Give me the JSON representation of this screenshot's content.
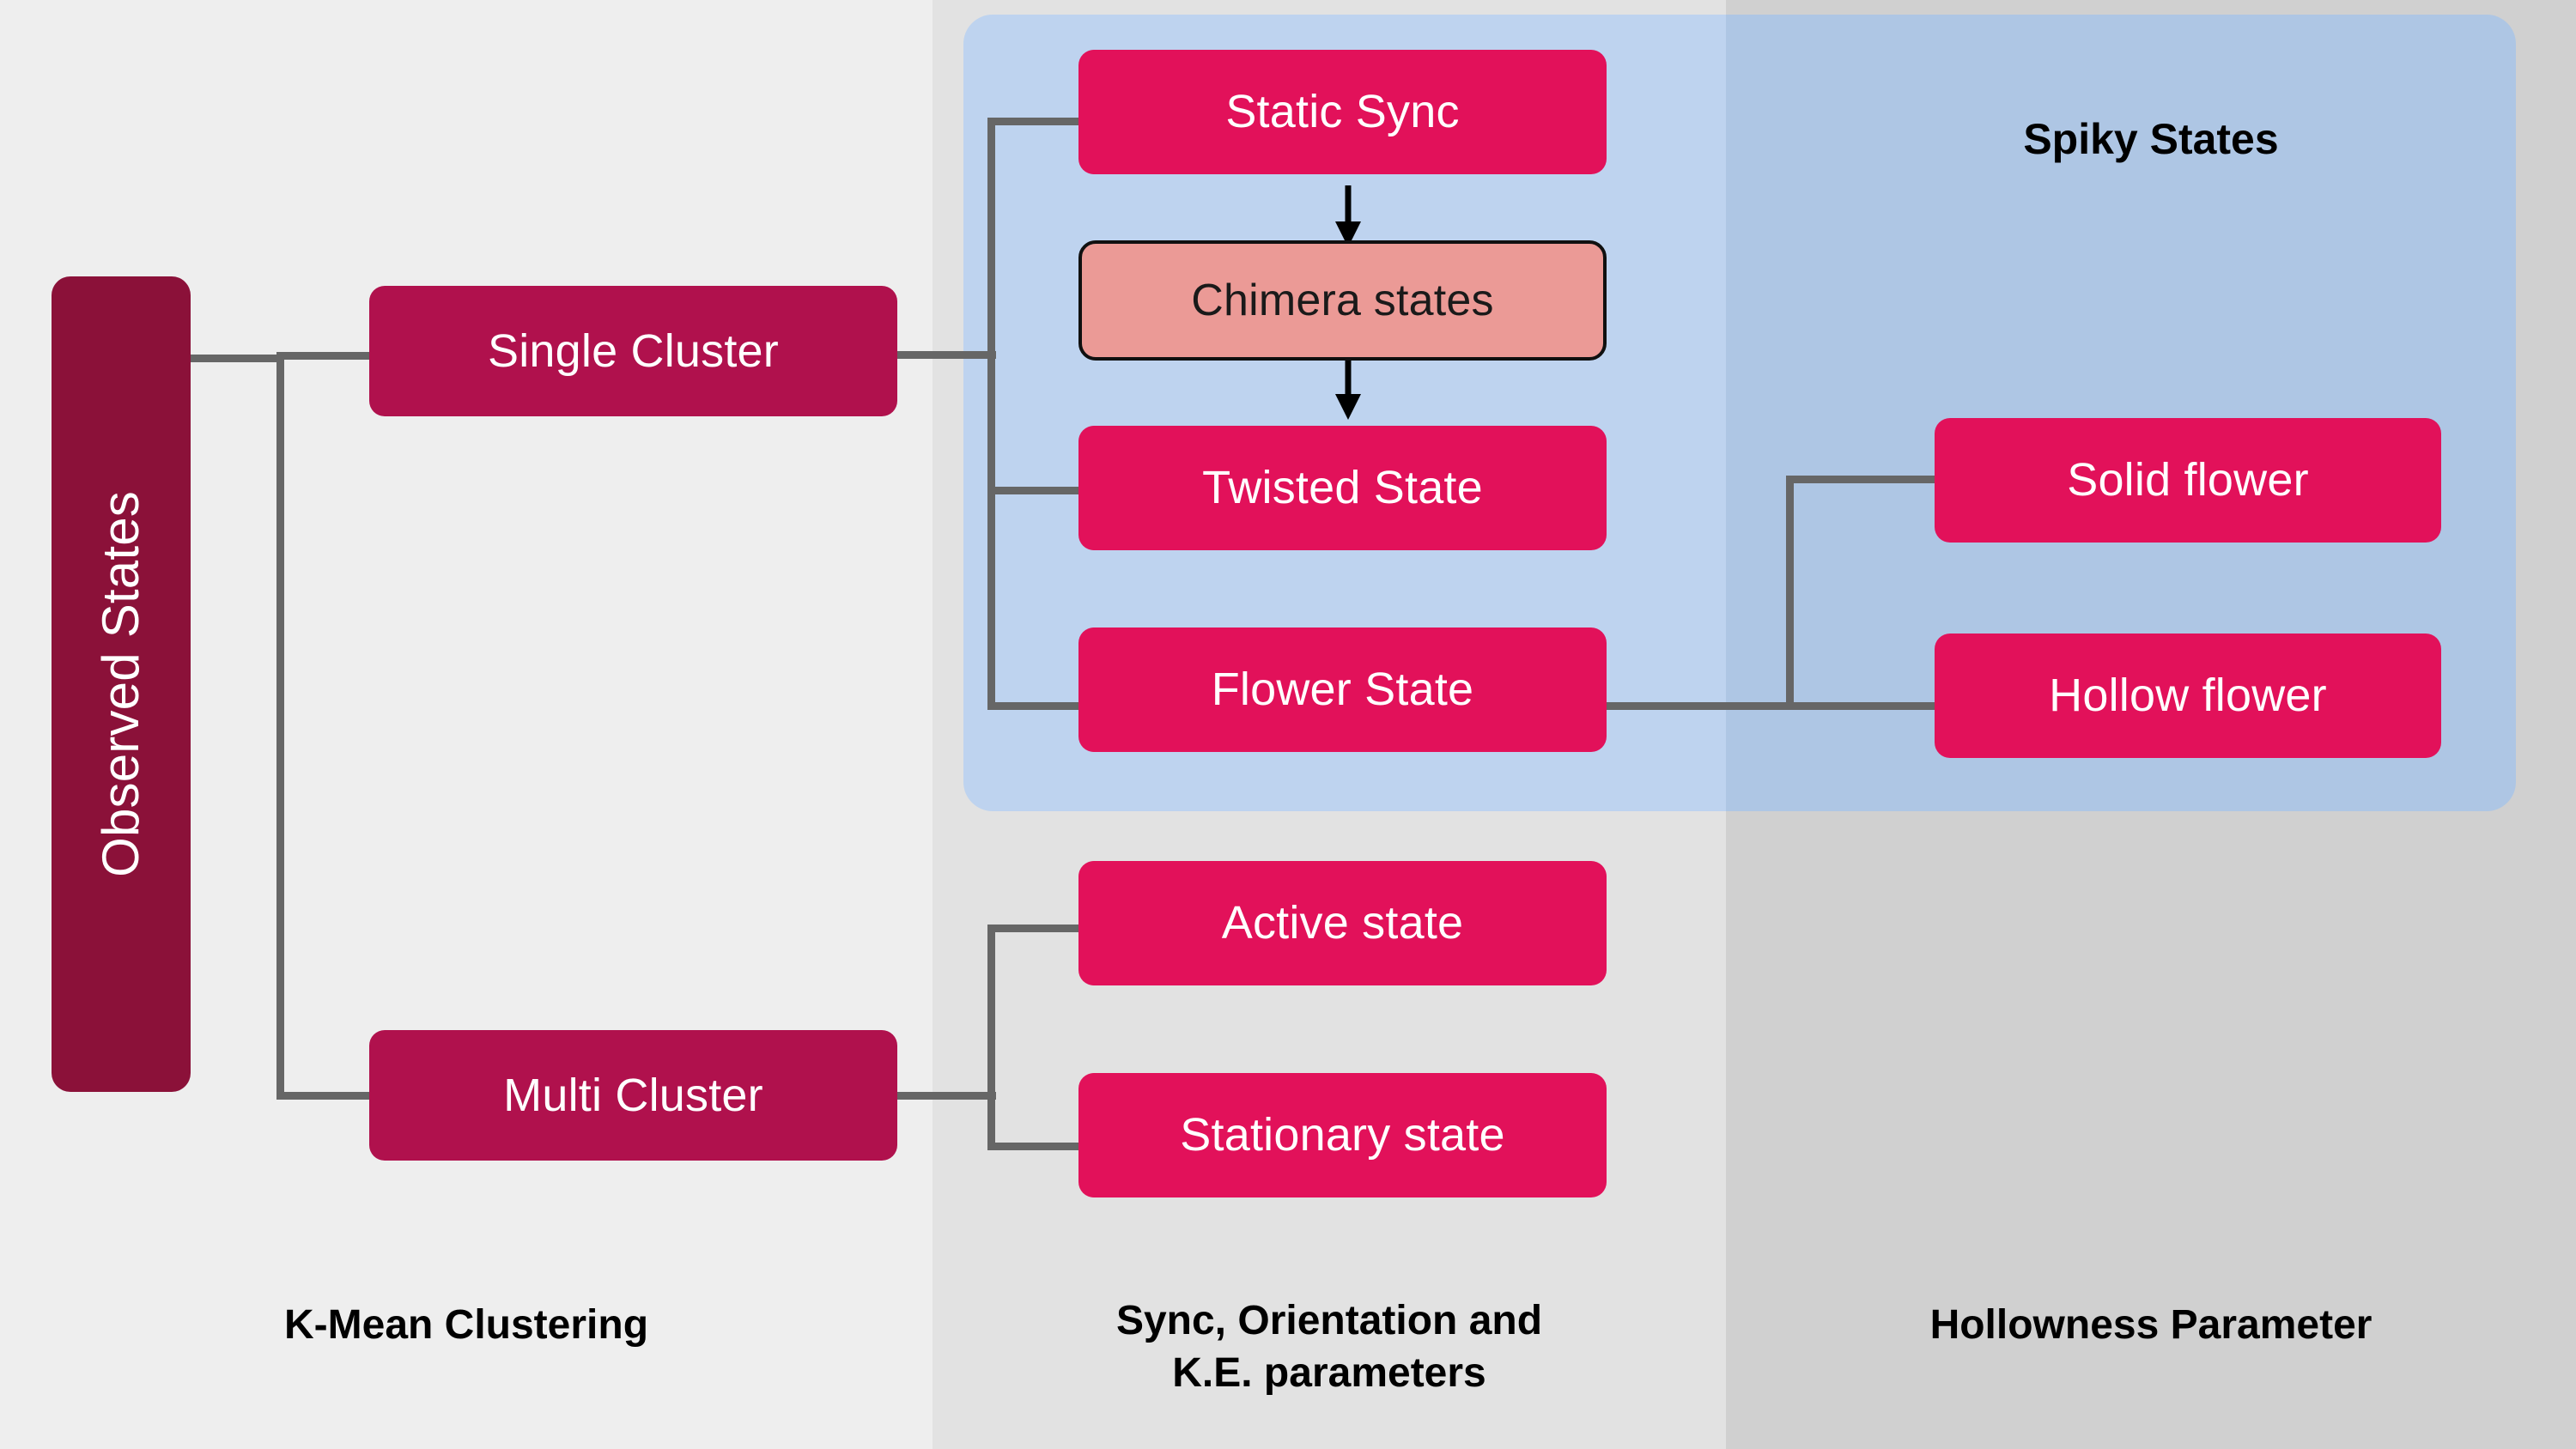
{
  "diagram": {
    "title_hidden": "",
    "colors": {
      "band_left": "#eeeeee",
      "band_mid": "#e2e2e2",
      "band_right": "#d0d0d0",
      "panel_blue_left": "#bed3ef",
      "panel_blue_right": "#aec6e4",
      "node_dark_maroon": "#8b1139",
      "node_crimson": "#b0114d",
      "node_pink": "#e2115a",
      "node_salmon": "#eb9a96",
      "connector_grey": "#666666",
      "arrow_black": "#000000"
    },
    "root": {
      "label": "Observed States"
    },
    "clusters": [
      {
        "label": "Single Cluster"
      },
      {
        "label": "Multi Cluster"
      }
    ],
    "single_cluster_children": [
      {
        "label": "Static Sync"
      },
      {
        "label": "Chimera states"
      },
      {
        "label": "Twisted State"
      },
      {
        "label": "Flower State"
      }
    ],
    "multi_cluster_children": [
      {
        "label": "Active state"
      },
      {
        "label": "Stationary state"
      }
    ],
    "flower_children": [
      {
        "label": "Solid flower"
      },
      {
        "label": "Hollow flower"
      }
    ],
    "panel_label": "Spiky States",
    "column_captions": [
      {
        "label": "K-Mean Clustering"
      },
      {
        "line1": "Sync, Orientation and",
        "line2": "K.E. parameters"
      },
      {
        "label": "Hollowness Parameter"
      }
    ]
  }
}
